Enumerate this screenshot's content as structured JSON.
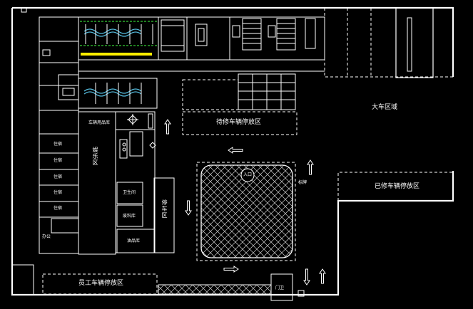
{
  "colors": {
    "background": "#000000",
    "lines": "#ffffff",
    "equipment_green": "#33cc33",
    "rack_cyan": "#55bbdd",
    "highlight_yellow": "#ffee00",
    "hatch": "#dddddd"
  },
  "labels": {
    "large_vehicle_area": "大车区域",
    "pending_repair_area": "待修车辆停放区",
    "repaired_area": "已修车辆停放区",
    "staff_parking": "员工车辆停放区",
    "parking_zone": "停车区",
    "rest_area": "娱乐区",
    "supplies_room": "车辆用品库",
    "gate_room": "门卫",
    "rooms": [
      "住宿",
      "住宿",
      "住宿",
      "住宿",
      "住宿"
    ],
    "office": "办公",
    "washroom": "卫生间",
    "waste_room": "废料库",
    "oil_room": "油品库",
    "sign_left": "标牌",
    "marker": "入口"
  },
  "icons": [
    "arrow-up-icon",
    "arrow-down-icon",
    "arrow-left-icon",
    "arrow-right-icon",
    "lift-icon",
    "rack-icon",
    "hatched-lot-icon"
  ]
}
